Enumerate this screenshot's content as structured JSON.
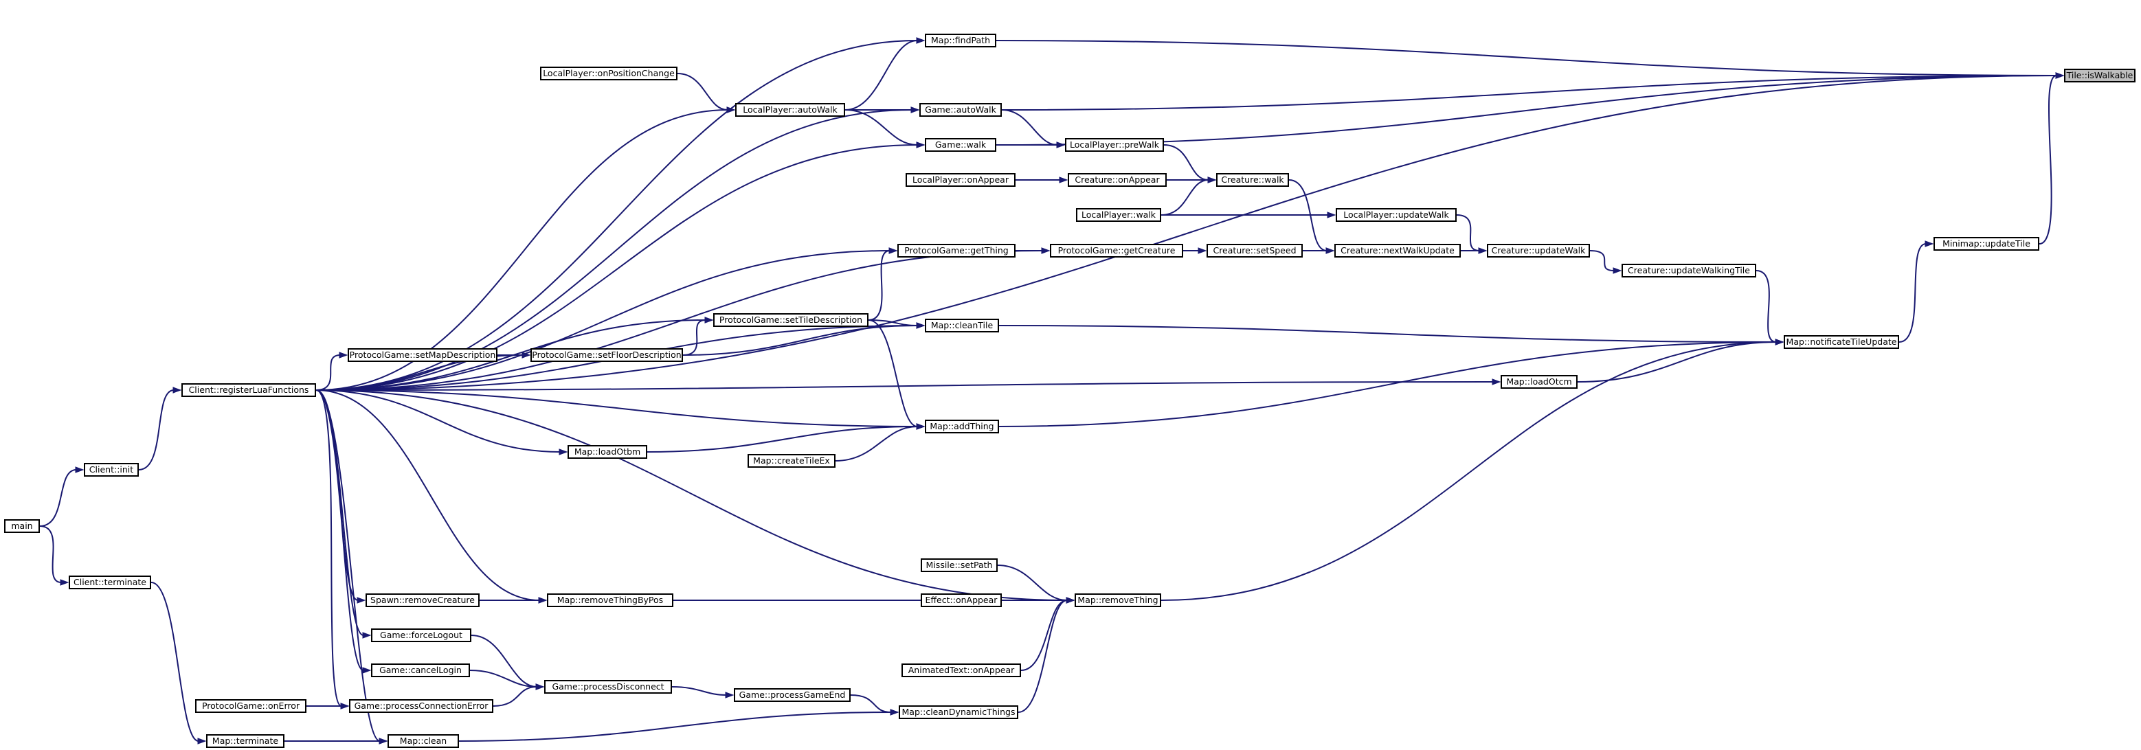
{
  "diagram": {
    "type": "call graph",
    "target": "Tile::isWalkable",
    "nodes": [
      {
        "id": "tile_iswalkable",
        "label": "Tile::isWalkable"
      },
      {
        "id": "map_findpath",
        "label": "Map::findPath"
      },
      {
        "id": "localplayer_onpositionchange",
        "label": "LocalPlayer::onPositionChange"
      },
      {
        "id": "localplayer_autowalk",
        "label": "LocalPlayer::autoWalk"
      },
      {
        "id": "game_autowalk",
        "label": "Game::autoWalk"
      },
      {
        "id": "game_walk",
        "label": "Game::walk"
      },
      {
        "id": "localplayer_prewalk",
        "label": "LocalPlayer::preWalk"
      },
      {
        "id": "localplayer_onappear",
        "label": "LocalPlayer::onAppear"
      },
      {
        "id": "creature_onappear",
        "label": "Creature::onAppear"
      },
      {
        "id": "creature_walk",
        "label": "Creature::walk"
      },
      {
        "id": "localplayer_walk",
        "label": "LocalPlayer::walk"
      },
      {
        "id": "localplayer_updatewalk",
        "label": "LocalPlayer::updateWalk"
      },
      {
        "id": "minimap_updatetile",
        "label": "Minimap::updateTile"
      },
      {
        "id": "protocolgame_getthing",
        "label": "ProtocolGame::getThing"
      },
      {
        "id": "protocolgame_getcreature",
        "label": "ProtocolGame::getCreature"
      },
      {
        "id": "creature_setspeed",
        "label": "Creature::setSpeed"
      },
      {
        "id": "creature_nextwalkupdate",
        "label": "Creature::nextWalkUpdate"
      },
      {
        "id": "creature_updatewalk",
        "label": "Creature::updateWalk"
      },
      {
        "id": "creature_updatewalkingtile",
        "label": "Creature::updateWalkingTile"
      },
      {
        "id": "protocolgame_settiledescription",
        "label": "ProtocolGame::setTileDescription"
      },
      {
        "id": "map_cleantile",
        "label": "Map::cleanTile"
      },
      {
        "id": "map_notificatetileupdate",
        "label": "Map::notificateTileUpdate"
      },
      {
        "id": "protocolgame_setmapdescription",
        "label": "ProtocolGame::setMapDescription"
      },
      {
        "id": "protocolgame_setfloordescription",
        "label": "ProtocolGame::setFloorDescription"
      },
      {
        "id": "client_registerluafunctions",
        "label": "Client::registerLuaFunctions"
      },
      {
        "id": "map_loadotcm",
        "label": "Map::loadOtcm"
      },
      {
        "id": "map_addthing",
        "label": "Map::addThing"
      },
      {
        "id": "map_loadotbm",
        "label": "Map::loadOtbm"
      },
      {
        "id": "map_createtileex",
        "label": "Map::createTileEx"
      },
      {
        "id": "client_init",
        "label": "Client::init"
      },
      {
        "id": "main",
        "label": "main"
      },
      {
        "id": "client_terminate",
        "label": "Client::terminate"
      },
      {
        "id": "missile_setpath",
        "label": "Missile::setPath"
      },
      {
        "id": "spawn_removecreature",
        "label": "Spawn::removeCreature"
      },
      {
        "id": "map_removethingbypos",
        "label": "Map::removeThingByPos"
      },
      {
        "id": "effect_onappear",
        "label": "Effect::onAppear"
      },
      {
        "id": "map_removething",
        "label": "Map::removeThing"
      },
      {
        "id": "game_forcelogout",
        "label": "Game::forceLogout"
      },
      {
        "id": "game_cancellogin",
        "label": "Game::cancelLogin"
      },
      {
        "id": "game_processdisconnect",
        "label": "Game::processDisconnect"
      },
      {
        "id": "animatedtext_onappear",
        "label": "AnimatedText::onAppear"
      },
      {
        "id": "game_processgameend",
        "label": "Game::processGameEnd"
      },
      {
        "id": "protocolgame_onerror",
        "label": "ProtocolGame::onError"
      },
      {
        "id": "game_processconnectionerror",
        "label": "Game::processConnectionError"
      },
      {
        "id": "map_cleandynamicthings",
        "label": "Map::cleanDynamicThings"
      },
      {
        "id": "map_terminate",
        "label": "Map::terminate"
      },
      {
        "id": "map_clean",
        "label": "Map::clean"
      }
    ],
    "edges": [
      {
        "from": "map_findpath",
        "to": "tile_iswalkable"
      },
      {
        "from": "game_autowalk",
        "to": "tile_iswalkable"
      },
      {
        "from": "game_walk",
        "to": "tile_iswalkable"
      },
      {
        "from": "minimap_updatetile",
        "to": "tile_iswalkable"
      },
      {
        "from": "client_registerluafunctions",
        "to": "tile_iswalkable"
      },
      {
        "from": "localplayer_autowalk",
        "to": "map_findpath"
      },
      {
        "from": "client_registerluafunctions",
        "to": "map_findpath"
      },
      {
        "from": "localplayer_onpositionchange",
        "to": "localplayer_autowalk"
      },
      {
        "from": "client_registerluafunctions",
        "to": "localplayer_autowalk"
      },
      {
        "from": "localplayer_autowalk",
        "to": "game_autowalk"
      },
      {
        "from": "client_registerluafunctions",
        "to": "game_autowalk"
      },
      {
        "from": "localplayer_autowalk",
        "to": "game_walk"
      },
      {
        "from": "client_registerluafunctions",
        "to": "game_walk"
      },
      {
        "from": "game_autowalk",
        "to": "localplayer_prewalk"
      },
      {
        "from": "game_walk",
        "to": "localplayer_prewalk"
      },
      {
        "from": "localplayer_onappear",
        "to": "creature_onappear"
      },
      {
        "from": "localplayer_prewalk",
        "to": "creature_walk"
      },
      {
        "from": "creature_onappear",
        "to": "creature_walk"
      },
      {
        "from": "localplayer_walk",
        "to": "creature_walk"
      },
      {
        "from": "localplayer_walk",
        "to": "localplayer_updatewalk"
      },
      {
        "from": "creature_walk",
        "to": "creature_nextwalkupdate"
      },
      {
        "from": "protocolgame_getthing",
        "to": "protocolgame_getcreature"
      },
      {
        "from": "client_registerluafunctions",
        "to": "protocolgame_getcreature"
      },
      {
        "from": "protocolgame_getcreature",
        "to": "creature_setspeed"
      },
      {
        "from": "creature_setspeed",
        "to": "creature_nextwalkupdate"
      },
      {
        "from": "creature_nextwalkupdate",
        "to": "creature_updatewalk"
      },
      {
        "from": "localplayer_updatewalk",
        "to": "creature_updatewalk"
      },
      {
        "from": "creature_updatewalk",
        "to": "creature_updatewalkingtile"
      },
      {
        "from": "creature_updatewalkingtile",
        "to": "map_notificatetileupdate"
      },
      {
        "from": "map_notificatetileupdate",
        "to": "minimap_updatetile"
      },
      {
        "from": "protocolgame_settiledescription",
        "to": "protocolgame_getthing"
      },
      {
        "from": "client_registerluafunctions",
        "to": "protocolgame_getthing"
      },
      {
        "from": "protocolgame_setfloordescription",
        "to": "protocolgame_settiledescription"
      },
      {
        "from": "client_registerluafunctions",
        "to": "protocolgame_settiledescription"
      },
      {
        "from": "protocolgame_settiledescription",
        "to": "map_cleantile"
      },
      {
        "from": "protocolgame_setfloordescription",
        "to": "map_cleantile"
      },
      {
        "from": "client_registerluafunctions",
        "to": "map_cleantile"
      },
      {
        "from": "map_cleantile",
        "to": "map_notificatetileupdate"
      },
      {
        "from": "protocolgame_setmapdescription",
        "to": "protocolgame_setfloordescription"
      },
      {
        "from": "client_registerluafunctions",
        "to": "protocolgame_setfloordescription"
      },
      {
        "from": "client_registerluafunctions",
        "to": "protocolgame_setmapdescription"
      },
      {
        "from": "client_registerluafunctions",
        "to": "map_loadotcm"
      },
      {
        "from": "map_loadotcm",
        "to": "map_notificatetileupdate"
      },
      {
        "from": "protocolgame_settiledescription",
        "to": "map_addthing"
      },
      {
        "from": "map_loadotbm",
        "to": "map_addthing"
      },
      {
        "from": "map_createtileex",
        "to": "map_addthing"
      },
      {
        "from": "client_registerluafunctions",
        "to": "map_addthing"
      },
      {
        "from": "map_addthing",
        "to": "map_notificatetileupdate"
      },
      {
        "from": "client_registerluafunctions",
        "to": "map_loadotbm"
      },
      {
        "from": "client_init",
        "to": "client_registerluafunctions"
      },
      {
        "from": "main",
        "to": "client_init"
      },
      {
        "from": "main",
        "to": "client_terminate"
      },
      {
        "from": "client_terminate",
        "to": "map_terminate"
      },
      {
        "from": "map_terminate",
        "to": "map_clean"
      },
      {
        "from": "client_registerluafunctions",
        "to": "map_clean"
      },
      {
        "from": "map_clean",
        "to": "map_cleandynamicthings"
      },
      {
        "from": "missile_setpath",
        "to": "map_removething"
      },
      {
        "from": "spawn_removecreature",
        "to": "map_removethingbypos"
      },
      {
        "from": "client_registerluafunctions",
        "to": "spawn_removecreature"
      },
      {
        "from": "client_registerluafunctions",
        "to": "map_removethingbypos"
      },
      {
        "from": "map_removethingbypos",
        "to": "map_removething"
      },
      {
        "from": "effect_onappear",
        "to": "map_removething"
      },
      {
        "from": "animatedtext_onappear",
        "to": "map_removething"
      },
      {
        "from": "map_cleandynamicthings",
        "to": "map_removething"
      },
      {
        "from": "client_registerluafunctions",
        "to": "map_removething"
      },
      {
        "from": "map_removething",
        "to": "map_notificatetileupdate"
      },
      {
        "from": "client_registerluafunctions",
        "to": "game_forcelogout"
      },
      {
        "from": "client_registerluafunctions",
        "to": "game_cancellogin"
      },
      {
        "from": "game_forcelogout",
        "to": "game_processdisconnect"
      },
      {
        "from": "game_cancellogin",
        "to": "game_processdisconnect"
      },
      {
        "from": "game_processconnectionerror",
        "to": "game_processdisconnect"
      },
      {
        "from": "game_processdisconnect",
        "to": "game_processgameend"
      },
      {
        "from": "game_processgameend",
        "to": "map_cleandynamicthings"
      },
      {
        "from": "protocolgame_onerror",
        "to": "game_processconnectionerror"
      },
      {
        "from": "client_registerluafunctions",
        "to": "game_processconnectionerror"
      }
    ]
  }
}
